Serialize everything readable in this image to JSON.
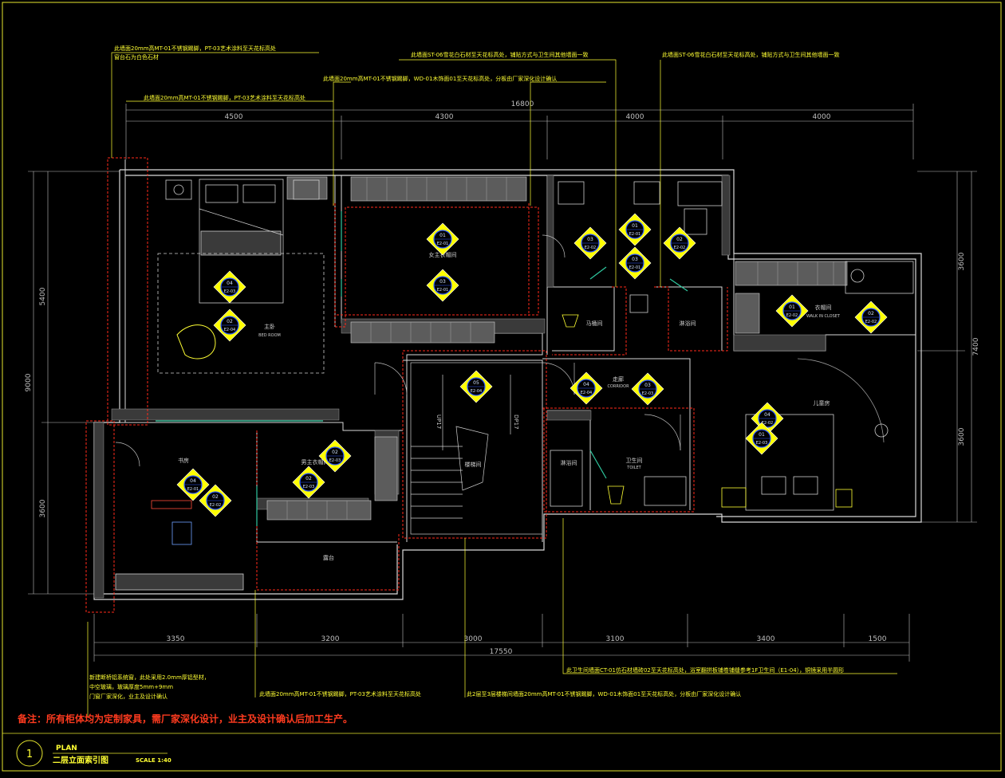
{
  "dimensions": {
    "top_total": "16800",
    "top_segments": [
      "4500",
      "4300",
      "4000",
      "4000"
    ],
    "bottom_total": "17550",
    "bottom_segments": [
      "3350",
      "3200",
      "3000",
      "3100",
      "3400",
      "1500"
    ],
    "left_total": "9000",
    "left_segments": [
      "5400",
      "3600"
    ],
    "right_total": "7400",
    "right_segments": [
      "3600",
      "3600"
    ]
  },
  "annotations": {
    "top_left_1": "此墙面20mm高MT-01不锈钢踢脚，PT-03艺术涂料至天花标高处",
    "top_left_2": "窗台石为白色石材",
    "top_mid_1": "此墙面20mm高MT-01不锈钢踢脚，WD-01木饰面01至天花标高处，分板由厂家深化设计确认",
    "top_left_3": "此墙面20mm高MT-01不锈钢踢脚，PT-03艺术涂料至天花标高处",
    "top_right_1": "此墙面ST-06雪花白石材至天花标高处，铺贴方式与卫生间其他墙面一致",
    "top_right_2": "此墙面ST-06雪花白石材至天花标高处，铺贴方式与卫生间其他墙面一致",
    "bottom_left_1": "新建断桥铝系统窗，此处采用2.0mm厚铝型材，",
    "bottom_left_2": "中空玻璃，玻璃厚度5mm+9mm",
    "bottom_left_3": "门窗厂家深化，业主及设计确认",
    "bottom_mid_1": "此墙面20mm高MT-01不锈钢踢脚，PT-03艺术涂料至天花标高处",
    "bottom_mid_2": "此2层至3层楼梯间墙面20mm高MT-01不锈钢踢脚，WD-01木饰面01至天花标高处，分板由厂家深化设计确认",
    "bottom_right_1": "此卫生间墙面CT-01仿石材墙砖02至天花标高处，浴室翻拼板铺卷铺缝参考1F卫生间（E1-04），铜镜采用半圆形"
  },
  "rooms": {
    "master_bedroom": "主卧",
    "master_bedroom_en": "BED ROOM",
    "master_cloakroom": "女主衣帽间",
    "male_cloakroom": "男主衣帽间",
    "toilet_1": "马桶间",
    "shower_1": "淋浴间",
    "closet": "衣帽间",
    "closet_en": "WALK IN CLOSET",
    "corridor": "走廊",
    "corridor_en": "CORRIDOR",
    "stair": "楼梯间",
    "guest_room": "儿童房",
    "study": "书房",
    "balcony": "露台",
    "bathroom": "卫生间",
    "bathroom_en": "TOILET",
    "shower_2": "淋浴间",
    "up_1": "UP17",
    "up_2": "DP17"
  },
  "elevation_tags": [
    {
      "num": "01",
      "ref": "E2-01"
    },
    {
      "num": "03",
      "ref": "E2-01"
    },
    {
      "num": "03",
      "ref": "E2-02"
    },
    {
      "num": "01",
      "ref": "E2-01"
    },
    {
      "num": "03",
      "ref": "E2-01"
    },
    {
      "num": "02",
      "ref": "E2-02"
    },
    {
      "num": "04",
      "ref": "E2-03"
    },
    {
      "num": "02",
      "ref": "E2-04"
    },
    {
      "num": "04",
      "ref": "E2-01"
    },
    {
      "num": "02",
      "ref": "E2-02"
    },
    {
      "num": "02",
      "ref": "E2-03"
    },
    {
      "num": "05",
      "ref": "E2-04"
    },
    {
      "num": "04",
      "ref": "E2-04"
    },
    {
      "num": "03",
      "ref": "E2-03"
    },
    {
      "num": "01",
      "ref": "E2-02"
    },
    {
      "num": "02",
      "ref": "E2-03"
    },
    {
      "num": "04",
      "ref": "E2-02"
    },
    {
      "num": "02",
      "ref": "E2-02"
    },
    {
      "num": "01",
      "ref": "E2-03"
    }
  ],
  "remark": "备注：所有柜体均为定制家具，需厂家深化设计，业主及设计确认后加工生产。",
  "title_block": {
    "number": "1",
    "plan_label": "PLAN",
    "title": "二层立面索引图",
    "scale": "SCALE 1:40"
  },
  "colors": {
    "wall": "#d9d9d9",
    "red_outline": "#ff2a1a",
    "yellow_line": "#ffff33",
    "tag_fill": "#ffff00",
    "tag_circle": "#2f5bff",
    "green_glass": "#2fc9a0",
    "dim_line": "#bfbfbf",
    "frame": "#e6e62e"
  }
}
